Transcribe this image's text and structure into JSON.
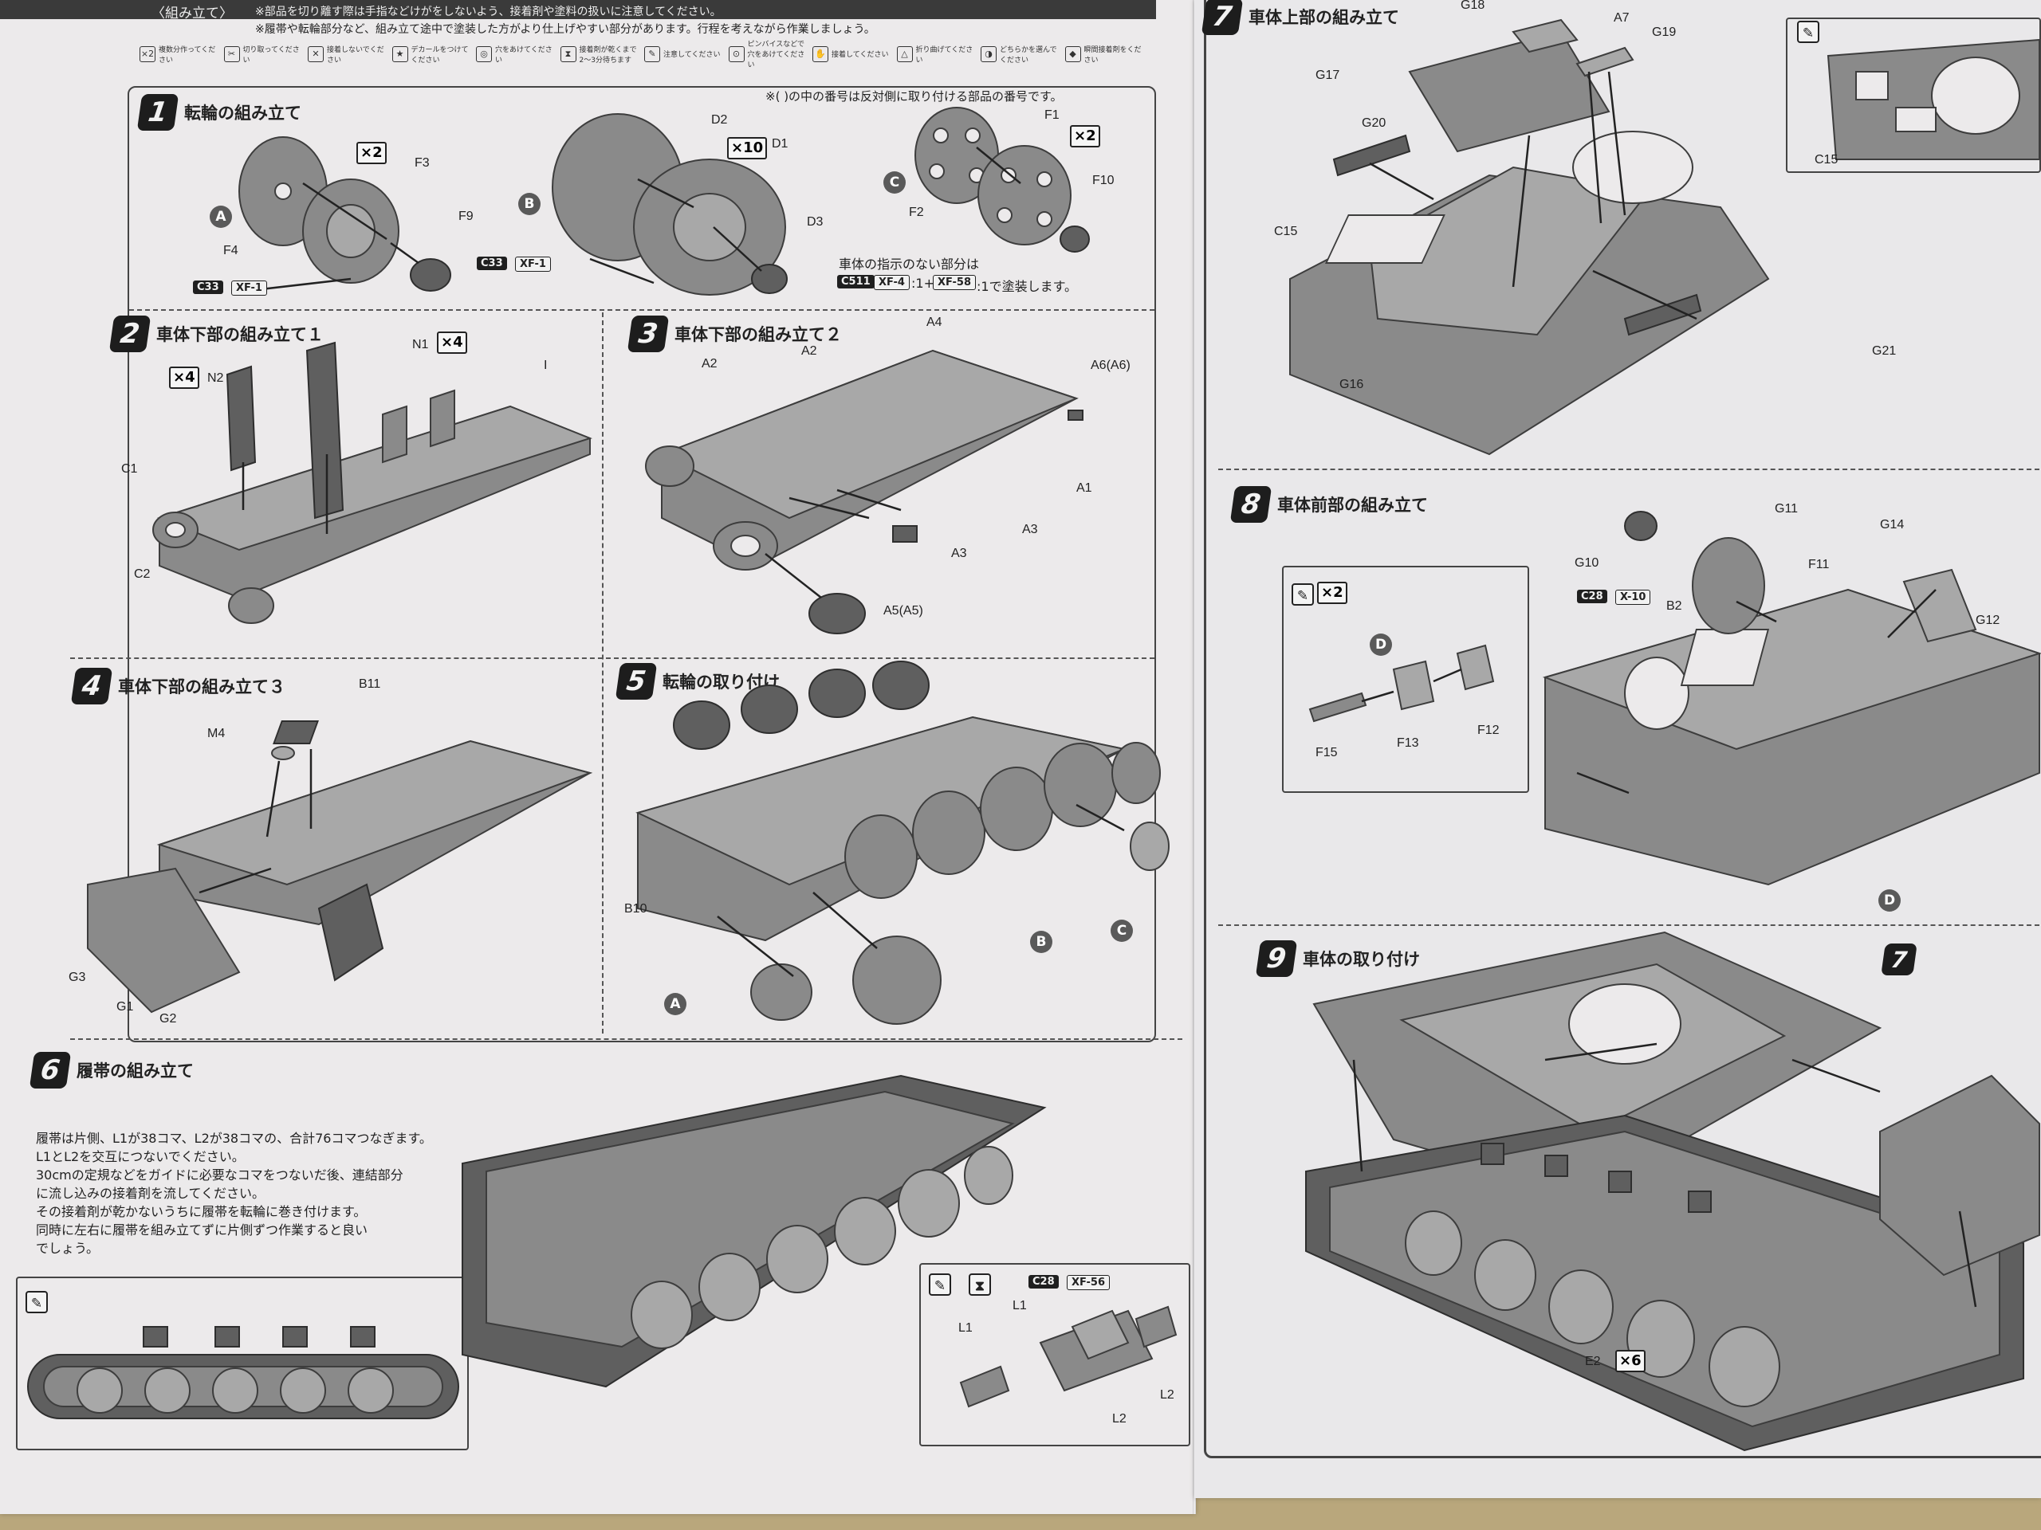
{
  "header": {
    "section_title": "〈組み立て〉",
    "line1": "※部品を切り離す際は手指などけがをしないよう、接着剤や塗料の扱いに注意してください。",
    "line2": "※履帯や転輪部分など、組み立て途中で塗装した方がより仕上げやすい部分があります。行程を考えながら作業しましょう。"
  },
  "legend": [
    {
      "icon": "×2",
      "text": "複数分作ってください"
    },
    {
      "icon": "✂",
      "text": "切り取ってください"
    },
    {
      "icon": "✕",
      "text": "接着しないでください"
    },
    {
      "icon": "★",
      "text": "デカールをつけてください"
    },
    {
      "icon": "◎",
      "text": "穴をあけてください"
    },
    {
      "icon": "⧗",
      "text": "接着剤が乾くまで2〜3分待ちます"
    },
    {
      "icon": "✎",
      "text": "注意してください"
    },
    {
      "icon": "⊙",
      "text": "ピンバイスなどで穴をあけてください"
    },
    {
      "icon": "✋",
      "text": "接着してください"
    },
    {
      "icon": "△",
      "text": "折り曲げてください"
    },
    {
      "icon": "◑",
      "text": "どちらかを選んでください"
    },
    {
      "icon": "◆",
      "text": "瞬間接着剤をください"
    }
  ],
  "steps": {
    "s1": {
      "num": "1",
      "title": "転輪の組み立て",
      "note": "※(  )の中の番号は反対側に取り付ける部品の番号です。",
      "parts": [
        "F4",
        "F3",
        "F9",
        "D2",
        "D1",
        "D3",
        "F1",
        "F2",
        "F10"
      ],
      "mult_a": "×2",
      "mult_b": "×10",
      "mult_c": "×2",
      "sub_a": "A",
      "sub_b": "B",
      "sub_c": "C",
      "paint_a1": "C33",
      "paint_a2": "XF-1",
      "paint_b1": "C33",
      "paint_b2": "XF-1",
      "paint_note": "車体の指示のない部分は",
      "paint_note2": "C511",
      "paint_note3": "XF-4",
      "paint_note4": ":1+",
      "paint_note5": "XF-58",
      "paint_note6": ":1で塗装します。"
    },
    "s2": {
      "num": "2",
      "title": "車体下部の組み立て１",
      "parts": [
        "N2",
        "N1",
        "C1",
        "C2",
        "I"
      ],
      "mult1": "×4",
      "mult2": "×4"
    },
    "s3": {
      "num": "3",
      "title": "車体下部の組み立て２",
      "parts": [
        "A2",
        "A2",
        "A4",
        "A6(A6)",
        "A1",
        "A3",
        "A3",
        "A5(A5)"
      ]
    },
    "s4": {
      "num": "4",
      "title": "車体下部の組み立て３",
      "parts": [
        "B11",
        "M4",
        "G3",
        "G1",
        "G2"
      ]
    },
    "s5": {
      "num": "5",
      "title": "転輪の取り付け",
      "parts": [
        "B10"
      ],
      "letters": [
        "A",
        "B",
        "C"
      ]
    },
    "s6": {
      "num": "6",
      "title": "履帯の組み立て",
      "text": [
        "履帯は片側、L1が38コマ、L2が38コマの、合計76コマつなぎます。",
        "L1とL2を交互につないでください。",
        "30cmの定規などをガイドに必要なコマをつないだ後、連結部分",
        "に流し込みの接着剤を流してください。",
        "その接着剤が乾かないうちに履帯を転輪に巻き付けます。",
        "同時に左右に履帯を組み立てずに片側ずつ作業すると良い",
        "でしょう。"
      ],
      "parts": [
        "L1",
        "L1",
        "L2",
        "L2"
      ],
      "paint1": "C28",
      "paint2": "XF-56"
    },
    "s7": {
      "num": "7",
      "title": "車体上部の組み立て",
      "parts": [
        "G18",
        "A7",
        "G19",
        "G17",
        "G20",
        "C15",
        "G16",
        "G21",
        "C15"
      ]
    },
    "s8": {
      "num": "8",
      "title": "車体前部の組み立て",
      "parts": [
        "G11",
        "G14",
        "G10",
        "F11",
        "B2",
        "G12",
        "F15",
        "F13",
        "F12"
      ],
      "mult": "×2",
      "paint1": "C28",
      "paint2": "X-10",
      "letter": "D",
      "letter2": "D"
    },
    "s9": {
      "num": "9",
      "title": "車体の取り付け",
      "parts": [
        "E2"
      ],
      "mult": "×6",
      "ref": "7"
    }
  }
}
